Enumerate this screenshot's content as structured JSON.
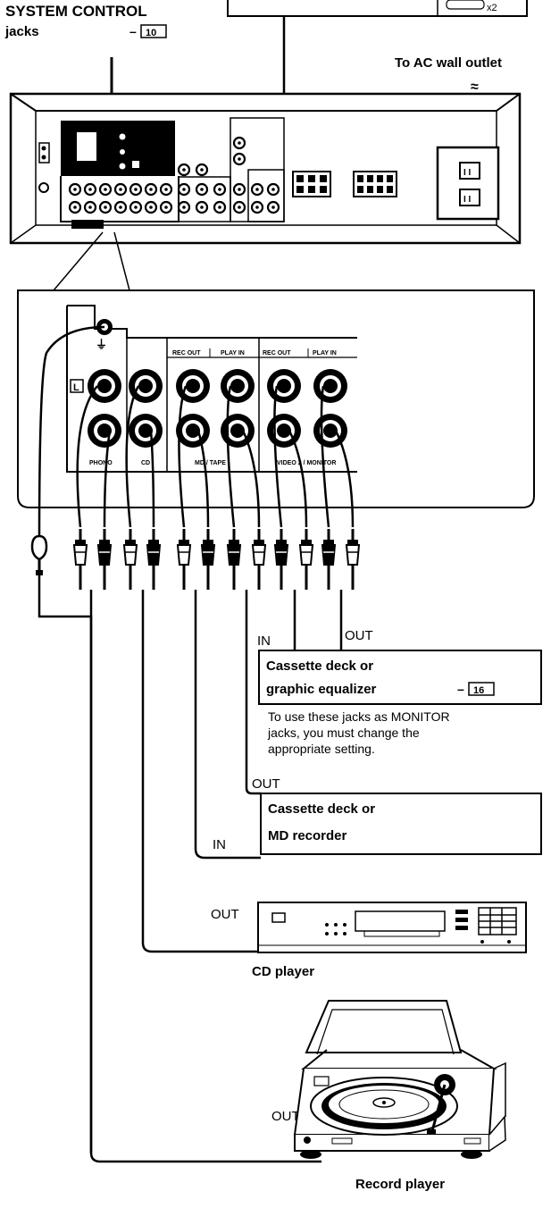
{
  "header": {
    "system_control_line1": "SYSTEM CONTROL",
    "system_control_line2": "jacks",
    "system_control_ref": "10",
    "ac_outlet_label": "To AC wall outlet",
    "top_box_text": "x2"
  },
  "panel_labels": {
    "ground_symbol": "⏚",
    "channel_left": "L",
    "phono": "PHONO",
    "cd": "CD",
    "md_tape": "MD / TAPE",
    "md_rec_out": "REC OUT",
    "md_play_in": "PLAY IN",
    "vid_tape2": "VIDEO 2 / MONITOR",
    "vid_rec_out": "REC OUT",
    "vid_play_in": "PLAY IN"
  },
  "devices": {
    "cassette_eq": {
      "in_label": "IN",
      "out_label": "OUT",
      "name_line1": "Cassette deck or",
      "name_line2": "graphic equalizer",
      "ref": "16",
      "note_line1": "To use these jacks as MONITOR",
      "note_line2": "jacks, you must change the",
      "note_line3": "appropriate setting."
    },
    "cassette_md": {
      "out_label": "OUT",
      "in_label": "IN",
      "name_line1": "Cassette deck or",
      "name_line2": "MD recorder"
    },
    "cd_player": {
      "out_label": "OUT",
      "name": "CD player"
    },
    "record_player": {
      "out_label": "OUT",
      "name": "Record player"
    }
  }
}
